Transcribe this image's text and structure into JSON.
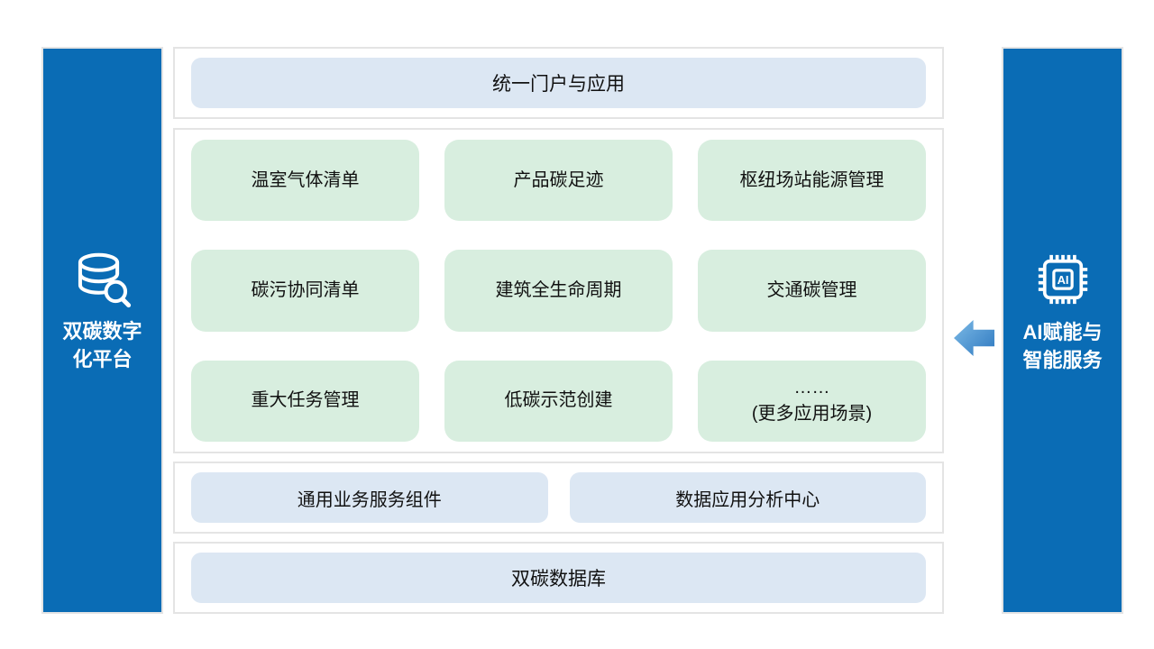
{
  "palette": {
    "panel_blue": "#0A6CB5",
    "light_blue": "#DCE7F3",
    "light_green": "#D8EEDF",
    "border_gray": "#E4E4E4",
    "text_dark": "#111111",
    "arrow_from": "#7CBAE6",
    "arrow_to": "#2F79C0"
  },
  "left_panel": {
    "title_line1": "双碳数字",
    "title_line2": "化平台"
  },
  "right_panel": {
    "title_line1": "AI赋能与",
    "title_line2": "智能服务",
    "chip_label": "AI"
  },
  "portal": {
    "label": "统一门户与应用"
  },
  "apps": {
    "items": [
      {
        "label": "温室气体清单",
        "label2": ""
      },
      {
        "label": "产品碳足迹",
        "label2": ""
      },
      {
        "label": "枢纽场站能源管理",
        "label2": ""
      },
      {
        "label": "碳污协同清单",
        "label2": ""
      },
      {
        "label": "建筑全生命周期",
        "label2": ""
      },
      {
        "label": "交通碳管理",
        "label2": ""
      },
      {
        "label": "重大任务管理",
        "label2": ""
      },
      {
        "label": "低碳示范创建",
        "label2": ""
      },
      {
        "label": "……",
        "label2": "(更多应用场景)"
      }
    ]
  },
  "services": {
    "items": [
      {
        "label": "通用业务服务组件"
      },
      {
        "label": "数据应用分析中心"
      }
    ]
  },
  "database": {
    "label": "双碳数据库"
  }
}
